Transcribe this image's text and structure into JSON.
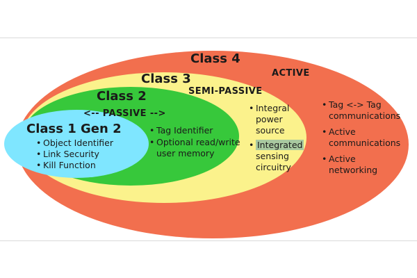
{
  "diagram": {
    "colors": {
      "class4": "#f26f4e",
      "class3": "#fbf28c",
      "class2": "#37c83b",
      "class1": "#7fe6ff",
      "highlight": "#a9c9a0",
      "background": "#ffffff"
    },
    "class4": {
      "title": "Class 4",
      "mode": "ACTIVE",
      "features": [
        {
          "lines": [
            "Tag <-> Tag",
            "communications"
          ]
        },
        {
          "lines": [
            "Active",
            "communications"
          ]
        },
        {
          "lines": [
            "Active",
            "networking"
          ]
        }
      ]
    },
    "class3": {
      "title": "Class 3",
      "mode": "SEMI-PASSIVE",
      "features": [
        {
          "lines": [
            "Integral",
            "power",
            "source"
          ]
        },
        {
          "lines": [
            "Integrated",
            "sensing",
            "circuitry"
          ]
        }
      ]
    },
    "class2": {
      "title": "Class 2",
      "mode": "<-- PASSIVE -->",
      "features": [
        {
          "lines": [
            "Tag Identifier"
          ]
        },
        {
          "lines": [
            "Optional read/write",
            "user memory"
          ]
        }
      ]
    },
    "class1": {
      "title": "Class 1 Gen 2",
      "features": [
        {
          "lines": [
            "Object Identifier"
          ]
        },
        {
          "lines": [
            "Link Security"
          ]
        },
        {
          "lines": [
            "Kill Function"
          ]
        }
      ]
    }
  }
}
